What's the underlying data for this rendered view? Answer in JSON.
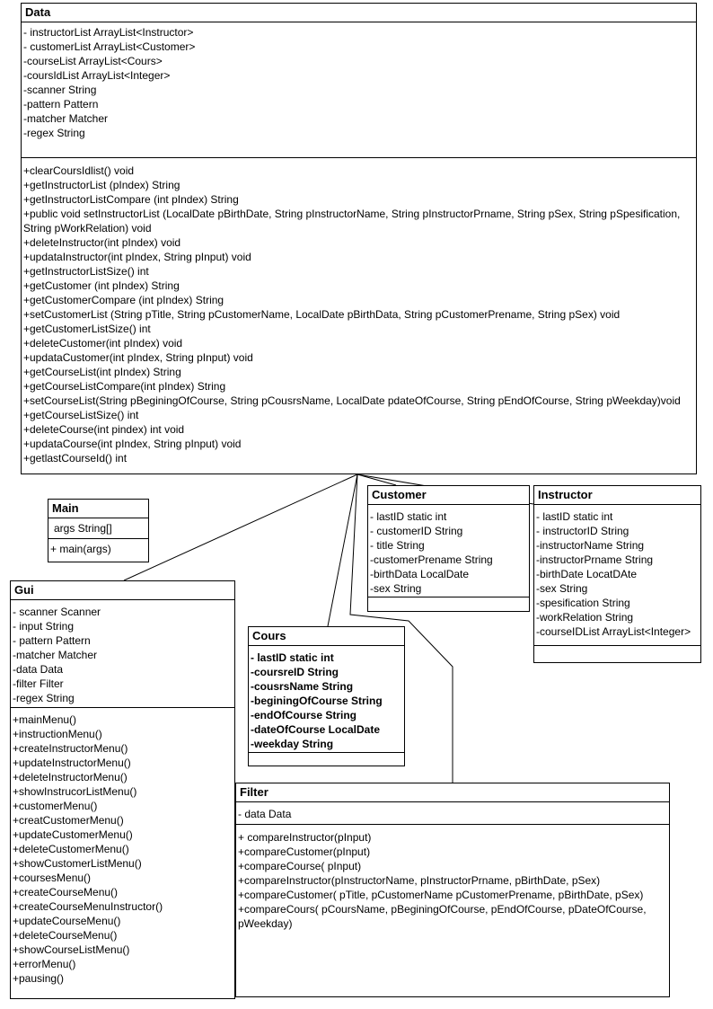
{
  "classes": {
    "data": {
      "name": "Data",
      "attributes": [
        "- instructorList ArrayList<Instructor>",
        "- customerList  ArrayList<Customer>",
        "-courseList ArrayList<Cours>",
        "-coursIdList ArrayList<Integer>",
        "-scanner String",
        "-pattern Pattern",
        "-matcher Matcher",
        "-regex String"
      ],
      "methods": [
        "+clearCoursIdlist() void",
        "+getInstructorList (pIndex) String",
        "+getInstructorListCompare (int pIndex) String",
        "+public void setInstructorList (LocalDate pBirthDate, String pInstructorName, String pInstructorPrname, String pSex, String pSpesification, String pWorkRelation) void",
        "+deleteInstructor(int pIndex) void",
        "+updataInstructor(int pIndex, String pInput) void",
        "+getInstructorListSize() int",
        "+getCustomer (int pIndex) String",
        "+getCustomerCompare (int pIndex) String",
        "+setCustomerList (String pTitle, String pCustomerName, LocalDate pBirthData, String pCustomerPrename, String pSex) void",
        "+getCustomerListSize() int",
        "+deleteCustomer(int pIndex) void",
        "+updataCustomer(int pIndex, String pInput) void",
        "+getCourseList(int pIndex) String",
        "+getCourseListCompare(int pIndex) String",
        "+setCourseList(String pBeginingOfCourse, String pCousrsName, LocalDate pdateOfCourse, String pEndOfCourse, String pWeekday)void",
        "+getCourseListSize() int",
        "+deleteCourse(int pindex) int void",
        "+updataCourse(int pIndex, String pInput) void",
        "+getlastCourseId() int"
      ]
    },
    "main": {
      "name": "Main",
      "attributes": [
        "args String[]"
      ],
      "methods": [
        "+ main(args)"
      ]
    },
    "customer": {
      "name": "Customer",
      "attributes": [
        "- lastID static int",
        "- customerID String",
        "- title String",
        "-customerPrename String",
        "-birthData LocalDate",
        "-sex String"
      ],
      "methods": []
    },
    "instructor": {
      "name": "Instructor",
      "attributes": [
        "- lastID static int",
        "- instructorID String",
        "-instructorName String",
        "-instructorPrname String",
        "-birthDate LocatDAte",
        "-sex String",
        "-spesification String",
        "-workRelation String",
        "-courseIDList ArrayList<Integer>"
      ],
      "methods": []
    },
    "gui": {
      "name": "Gui",
      "attributes": [
        "- scanner Scanner",
        "- input String",
        "- pattern Pattern",
        "-matcher Matcher",
        "-data Data",
        "-filter Filter",
        "-regex String"
      ],
      "methods": [
        "+mainMenu()",
        "+instructionMenu()",
        "+createInstructorMenu()",
        "+updateInstructorMenu()",
        "+deleteInstructorMenu()",
        "+showInstrucorListMenu()",
        "+customerMenu()",
        "+creatCustomerMenu()",
        "+updateCustomerMenu()",
        "+deleteCustomerMenu()",
        "+showCustomerListMenu()",
        "+coursesMenu()",
        "+createCourseMenu()",
        "+createCourseMenuInstructor()",
        "+updateCourseMenu()",
        "+deleteCourseMenu()",
        "+showCourseListMenu()",
        "+errorMenu()",
        "+pausing()"
      ]
    },
    "cours": {
      "name": "Cours",
      "attributes": [
        "- lastID static int",
        "-coursreID String",
        "-cousrsName String",
        "-beginingOfCourse String",
        "-endOfCourse String",
        "-dateOfCourse LocalDate",
        "-weekday String"
      ],
      "methods": []
    },
    "filter": {
      "name": "Filter",
      "attributes": [
        "- data Data"
      ],
      "methods": [
        "+ compareInstructor(pInput)",
        "+compareCustomer(pInput)",
        "+compareCourse( pInput)",
        "+compareInstructor(pInstructorName, pInstructorPrname, pBirthDate, pSex)",
        "+compareCustomer( pTitle, pCustomerName pCustomerPrename, pBirthDate, pSex)",
        "+compareCours( pCoursName, pBeginingOfCourse, pEndOfCourse, pDateOfCourse, pWeekday)"
      ]
    }
  }
}
